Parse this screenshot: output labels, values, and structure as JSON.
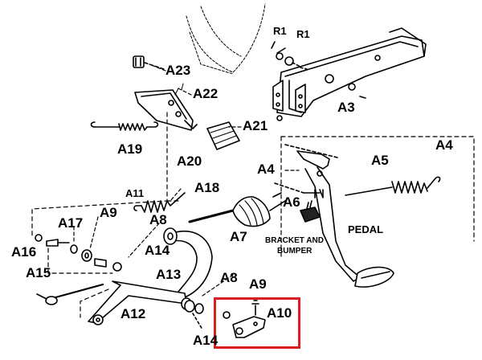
{
  "labels": {
    "r1a": "R1",
    "r1b": "R1",
    "a23": "A23",
    "a22": "A22",
    "a21": "A21",
    "a20": "A20",
    "a19": "A19",
    "a3": "A3",
    "a4a": "A4",
    "a4b": "A4",
    "a5": "A5",
    "a6": "A6",
    "a7": "A7",
    "a8a": "A8",
    "a8b": "A8",
    "a9a": "A9",
    "a9b": "A9",
    "a10": "A10",
    "a11": "A11",
    "a12": "A12",
    "a13": "A13",
    "a14a": "A14",
    "a14b": "A14",
    "a15": "A15",
    "a16": "A16",
    "a17": "A17",
    "a18": "A18",
    "pedal": "PEDAL",
    "bracket_line1": "BRACKET AND",
    "bracket_line2": "BUMPER"
  },
  "colors": {
    "ink": "#000000",
    "highlight": "#d81e1e",
    "paper": "#ffffff"
  }
}
